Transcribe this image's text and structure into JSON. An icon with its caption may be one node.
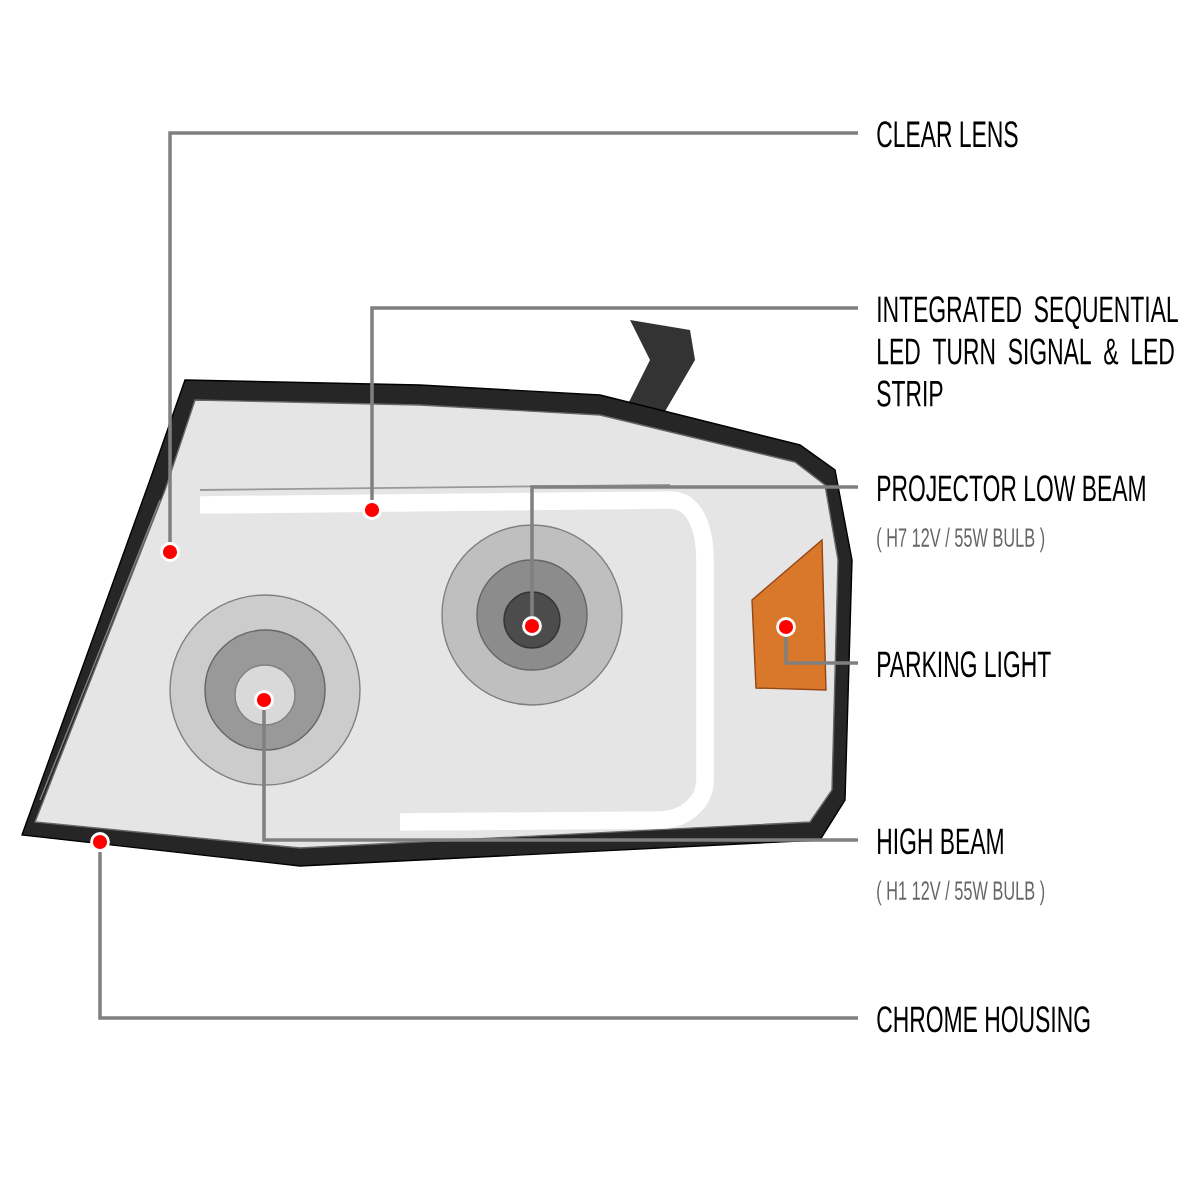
{
  "diagram": {
    "nodes": [
      {
        "text": [
          "CLEAR LENS"
        ]
      },
      {
        "text": [
          "INTEGRATED SEQUENTIAL LED TURN SIGNAL & LED STRIP"
        ]
      },
      {
        "text": [
          "PROJECTOR LOW BEAM",
          "( H7 12V / 55W BULB )"
        ]
      },
      {
        "text": [
          "PARKING LIGHT"
        ]
      },
      {
        "text": [
          "HIGH BEAM",
          "( H1 12V / 55W BULB )"
        ]
      },
      {
        "text": [
          "CHROME HOUSING"
        ]
      },
      {
        "text": [],
        "shape": "circle"
      },
      {
        "text": [],
        "shape": "circle"
      },
      {
        "text": [],
        "shape": "circle"
      },
      {
        "text": [],
        "shape": "circle"
      },
      {
        "text": [],
        "shape": "circle"
      },
      {
        "text": [],
        "shape": "circle"
      }
    ],
    "edges": [
      {
        "from": 0,
        "to": 6,
        "arrow": "none"
      },
      {
        "from": 1,
        "to": 7,
        "arrow": "none"
      },
      {
        "from": 2,
        "to": 8,
        "arrow": "none"
      },
      {
        "from": 3,
        "to": 9,
        "arrow": "none"
      },
      {
        "from": 4,
        "to": 10,
        "arrow": "none"
      },
      {
        "from": 5,
        "to": 11,
        "arrow": "none"
      }
    ]
  }
}
